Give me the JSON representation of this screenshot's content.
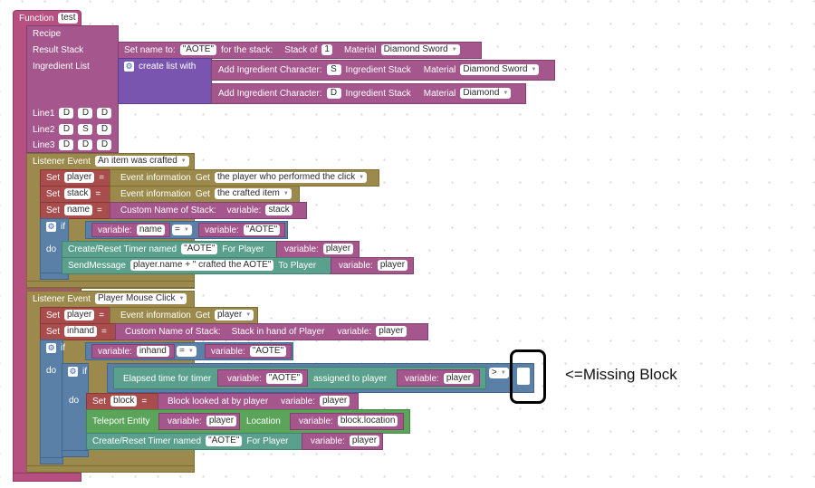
{
  "fn": {
    "keyword": "Function",
    "name": "test"
  },
  "recipe": {
    "label": "Recipe",
    "result_stack": "Result Stack",
    "ingredient_list": "Ingredient List",
    "line1": "Line1",
    "line2": "Line2",
    "line3": "Line3"
  },
  "result": {
    "set_name": "Set name to:",
    "name_val": "\"AOTE\"",
    "for_stack": "for the stack:",
    "stack_of": "Stack of",
    "stack_count": "1",
    "material": "Material",
    "material_val": "Diamond Sword"
  },
  "ing": {
    "create_list": "create list with",
    "add_char": "Add Ingredient Character:",
    "char1": "S",
    "char2": "D",
    "ing_stack": "Ingredient Stack",
    "material": "Material",
    "mat1": "Diamond Sword",
    "mat2": "Diamond"
  },
  "grid": {
    "r1": [
      "D",
      "D",
      "D"
    ],
    "r2": [
      "D",
      "S",
      "D"
    ],
    "r3": [
      "D",
      "D",
      "D"
    ]
  },
  "l1": {
    "listener": "Listener Event",
    "event": "An item was crafted",
    "set": "Set",
    "eq": "=",
    "player_var": "player",
    "stack_var": "stack",
    "name_var": "name",
    "event_info": "Event information",
    "get": "Get",
    "who_clicked": "the player who performed the click",
    "crafted_item": "the crafted item",
    "custom_name": "Custom Name of Stack:",
    "variable": "variable:",
    "if": "if",
    "do": "do",
    "op": "=",
    "aote": "\"AOTE\"",
    "timer": "Create/Reset Timer named",
    "for_player": "For Player",
    "send": "SendMessage",
    "msg": "player.name + \" crafted the AOTE\"",
    "to_player": "To Player"
  },
  "l2": {
    "listener": "Listener Event",
    "event": "Player Mouse Click",
    "set": "Set",
    "eq": "=",
    "player_var": "player",
    "inhand_var": "inhand",
    "block_var": "block",
    "event_info": "Event information",
    "get": "Get",
    "get_player": "player",
    "custom_name": "Custom Name of Stack:",
    "stack_in_hand": "Stack in hand of Player",
    "variable": "variable:",
    "if": "if",
    "do": "do",
    "op": "=",
    "aote": "\"AOTE\"",
    "elapsed": "Elapsed time for timer",
    "assigned": "assigned to player",
    "cmp": ">",
    "block_looked": "Block looked at by player",
    "teleport": "Teleport Entity",
    "location": "Location",
    "block_loc": "block.location",
    "timer": "Create/Reset Timer named",
    "for_player": "For Player"
  },
  "annotation": "<=Missing Block"
}
